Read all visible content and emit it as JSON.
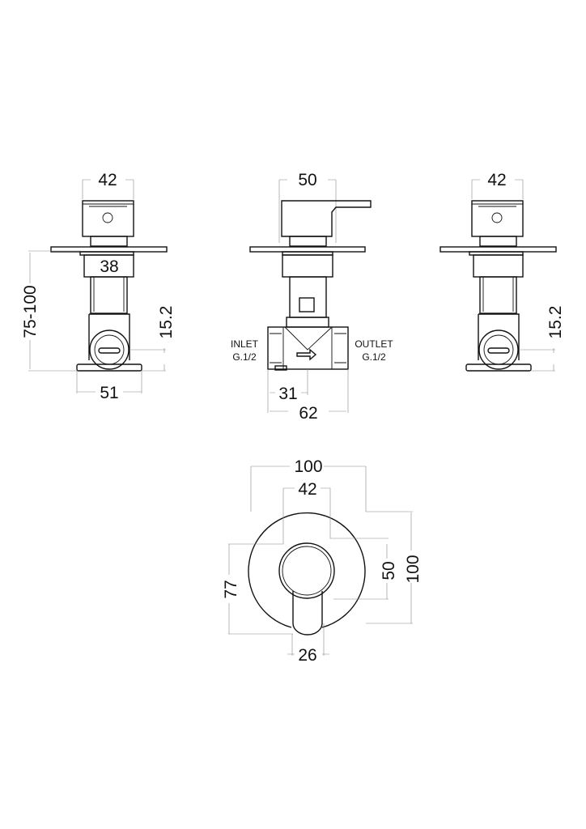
{
  "left_view": {
    "width_top": "42",
    "width_body": "38",
    "height_range": "75-100",
    "offset": "15.2",
    "base_width": "51"
  },
  "center_view": {
    "handle_width": "50",
    "inlet_label": "INLET",
    "inlet_thread": "G.1/2",
    "outlet_label": "OUTLET",
    "outlet_thread": "G.1/2",
    "half_width": "31",
    "body_width": "62"
  },
  "right_view": {
    "width_top": "42",
    "offset": "15.2"
  },
  "front_view": {
    "plate_width": "100",
    "handle_width": "42",
    "height_77": "77",
    "handle_height": "50",
    "plate_height": "100",
    "lever_width": "26"
  }
}
